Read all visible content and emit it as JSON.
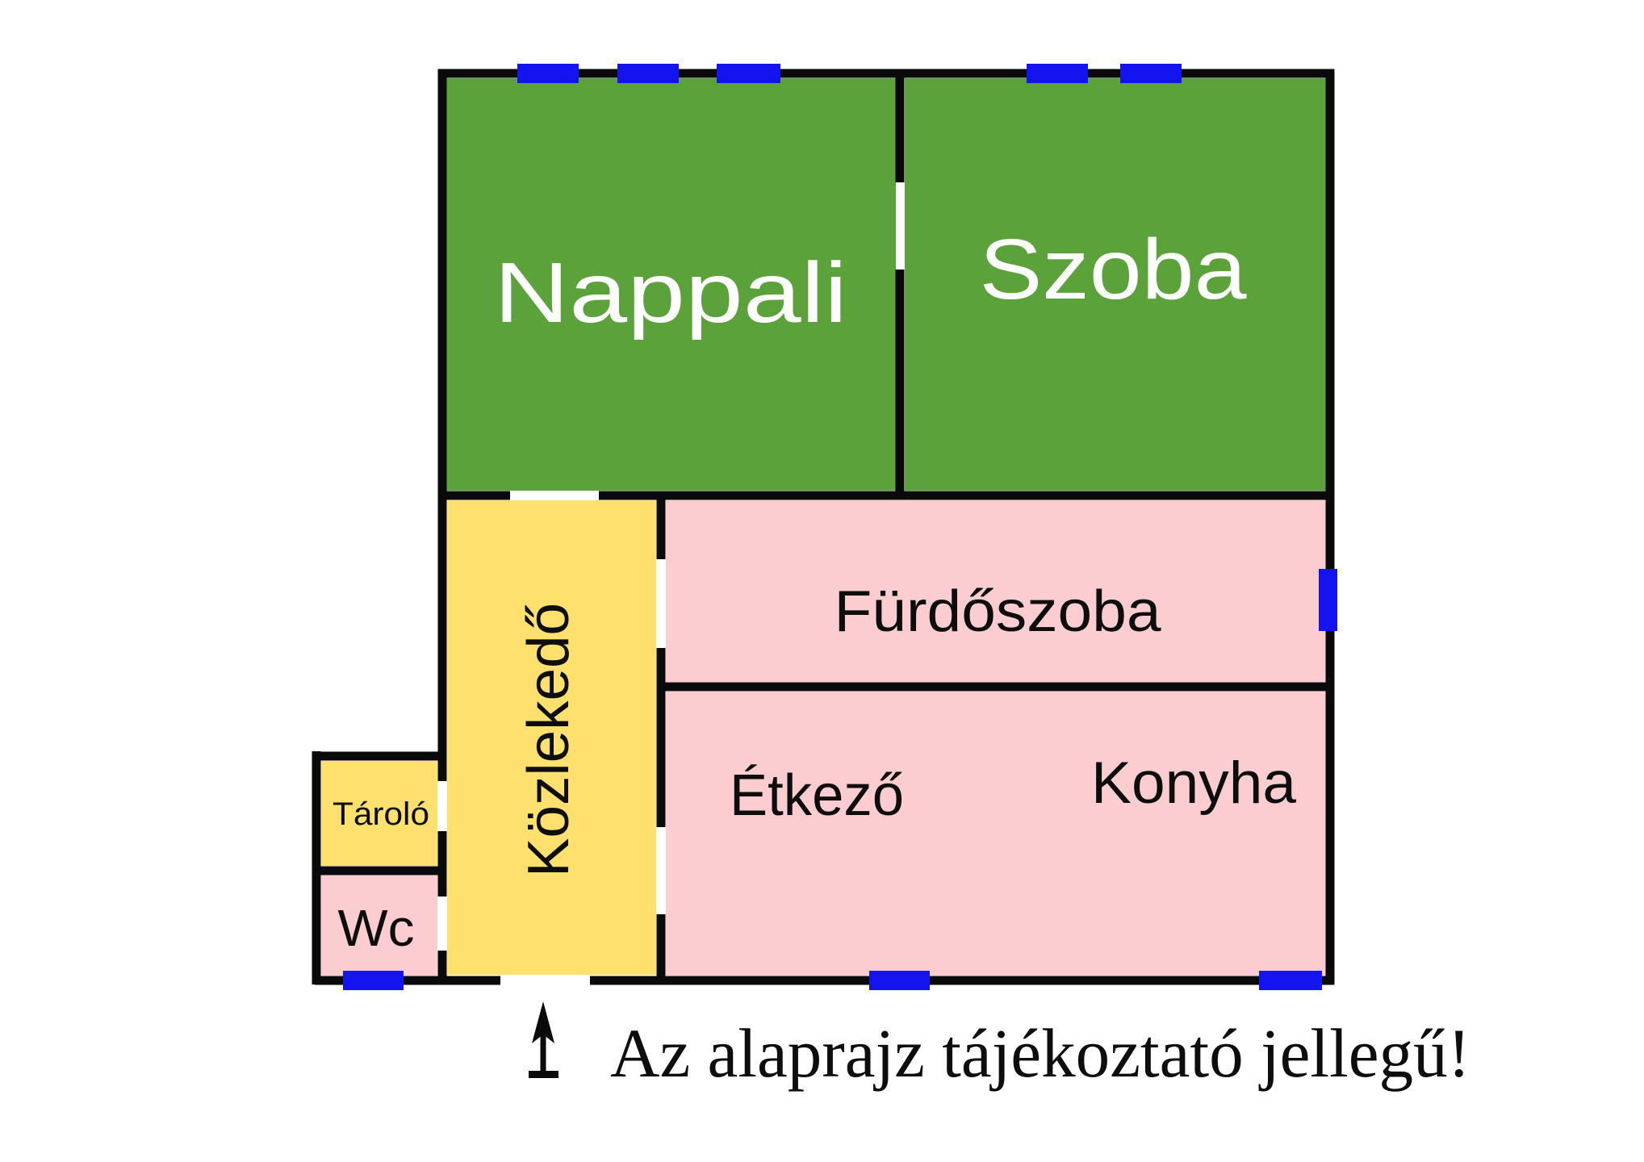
{
  "colors": {
    "background": "#ffffff",
    "wall": "#0a0a0a",
    "room_green": "#5ba23b",
    "room_pink": "#fccdd0",
    "room_yellow": "#fde06e",
    "window_blue": "#1414f0",
    "label_on_green": "#ffffff",
    "label_dark": "#0d0d0d"
  },
  "rooms": {
    "nappali": {
      "label": "Nappali"
    },
    "szoba": {
      "label": "Szoba"
    },
    "furdoszoba": {
      "label": "Fürdőszoba"
    },
    "etkezo": {
      "label": "Étkező"
    },
    "konyha": {
      "label": "Konyha"
    },
    "kozlekedo": {
      "label": "Közlekedő"
    },
    "tarolo": {
      "label": "Tároló"
    },
    "wc": {
      "label": "Wc"
    }
  },
  "annotation": {
    "disclaimer": "Az alaprajz tájékoztató jellegű!"
  },
  "icons": {
    "north_arrow": "up-arrow",
    "window_marker": "blue-wall-bar",
    "door_opening": "white-wall-gap"
  }
}
